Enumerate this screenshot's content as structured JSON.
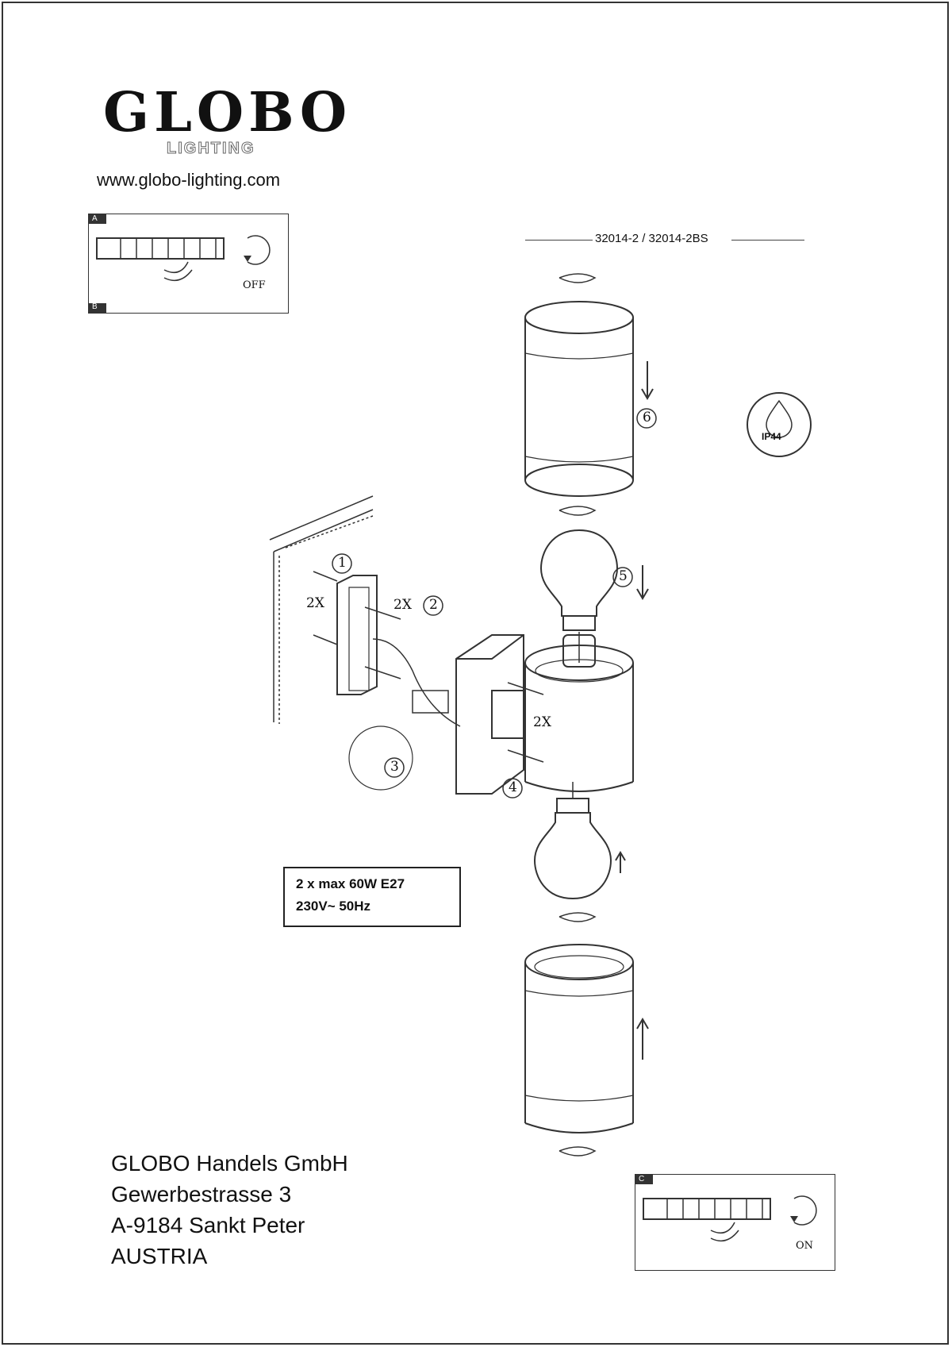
{
  "brand": {
    "name": "GLOBO",
    "sub": "LIGHTING",
    "url": "www.globo-lighting.com"
  },
  "model": "32014-2 / 32014-2BS",
  "steps": {
    "s1": "1",
    "s2": "2",
    "s3": "3",
    "s4": "4",
    "s5": "5",
    "s6": "6"
  },
  "quantities": {
    "q1": "2X",
    "q2": "2X",
    "q4": "2X"
  },
  "rating": "IP44",
  "insets": {
    "top": {
      "tag_top": "A",
      "tag_bottom": "B",
      "state": "OFF"
    },
    "bottom": {
      "tag_top": "C",
      "state": "ON"
    }
  },
  "spec": {
    "line1": "2 x max 60W E27",
    "line2": "230V~ 50Hz"
  },
  "address": {
    "company": "GLOBO Handels GmbH",
    "street": "Gewerbestrasse 3",
    "city": "A-9184 Sankt Peter",
    "country": "AUSTRIA"
  }
}
